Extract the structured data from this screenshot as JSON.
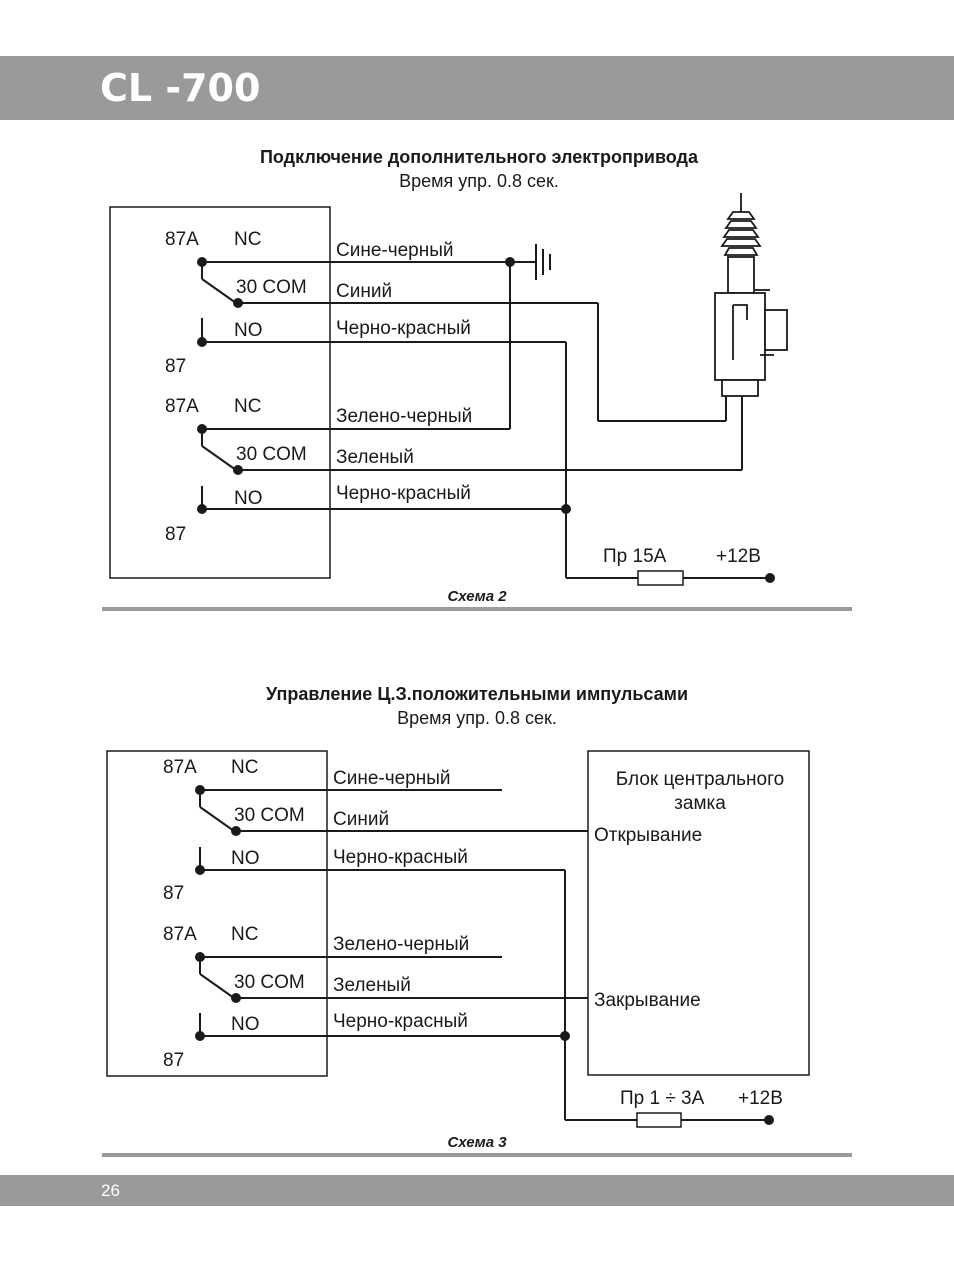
{
  "header": {
    "title": "CL -700"
  },
  "footer": {
    "page_number": "26"
  },
  "scheme2": {
    "title": "Подключение дополнительного электропривода",
    "subtitle": "Время упр. 0.8 сек.",
    "relay1": {
      "pin_87a": "87A",
      "nc": "NC",
      "com": "30 COM",
      "no": "NO",
      "pin_87": "87"
    },
    "relay2": {
      "pin_87a": "87A",
      "nc": "NC",
      "com": "30 COM",
      "no": "NO",
      "pin_87": "87"
    },
    "wires": {
      "blue_black": "Сине-черный",
      "blue": "Синий",
      "black_red_1": "Черно-красный",
      "green_black": "Зелено-черный",
      "green": "Зеленый",
      "black_red_2": "Черно-красный"
    },
    "fuse": "Пр 15А",
    "power": "+12В",
    "caption": "Схема 2"
  },
  "scheme3": {
    "title": "Управление Ц.З.положительными импульсами",
    "subtitle": "Время упр. 0.8 сек.",
    "relay1": {
      "pin_87a": "87A",
      "nc": "NC",
      "com": "30 COM",
      "no": "NO",
      "pin_87": "87"
    },
    "relay2": {
      "pin_87a": "87A",
      "nc": "NC",
      "com": "30 COM",
      "no": "NO",
      "pin_87": "87"
    },
    "wires": {
      "blue_black": "Сине-черный",
      "blue": "Синий",
      "black_red_1": "Черно-красный",
      "green_black": "Зелено-черный",
      "green": "Зеленый",
      "black_red_2": "Черно-красный"
    },
    "unit_title_line1": "Блок центрального",
    "unit_title_line2": "замка",
    "open_label": "Открывание",
    "close_label": "Закрывание",
    "fuse": "Пр 1 ÷ 3А",
    "power": "+12В",
    "caption": "Схема 3"
  }
}
